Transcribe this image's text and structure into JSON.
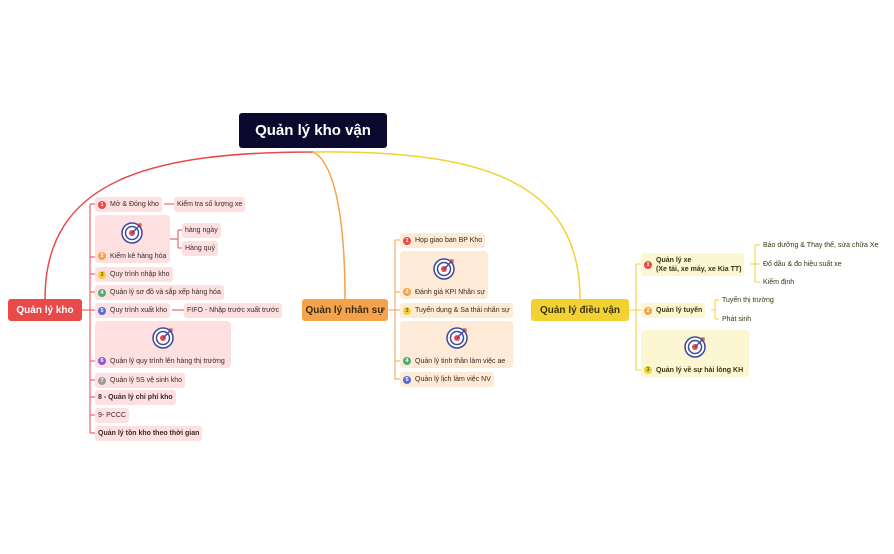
{
  "root": {
    "title": "Quản  lý kho vận"
  },
  "branches": {
    "kho": {
      "label": "Quản  lý  kho",
      "color": "#e84a4a"
    },
    "nhan_su": {
      "label": "Quản lý nhân sự",
      "color": "#f4a24c"
    },
    "dieu_van": {
      "label": "Quản  lý  điều  vận",
      "color": "#f2d232"
    }
  },
  "kho": {
    "mo_dong": {
      "num": "1",
      "label": "Mở & Đóng kho",
      "child": "Kiểm tra số lượng xe"
    },
    "kiem_ke": {
      "num": "2",
      "label": "Kiểm kê hàng hóa",
      "children": [
        "hàng ngày",
        "Hàng quý"
      ]
    },
    "nhap": {
      "num": "3",
      "label": "Quy trình nhập kho"
    },
    "so_do": {
      "num": "4",
      "label": "Quản lý sơ đồ và sắp xếp hàng hóa"
    },
    "xuat": {
      "num": "5",
      "label": "Quy trình xuất kho",
      "child": "FIFO - Nhập trước xuất trước"
    },
    "len_hang": {
      "num": "6",
      "label": "Quản lý quy trình lên hàng thị trường"
    },
    "ss": {
      "num": "7",
      "label": "Quản lý 5S vệ sinh kho"
    },
    "chi_phi": {
      "label": "8 - Quản lý chi phí kho"
    },
    "pccc": {
      "label": "9- PCCC"
    },
    "ton_kho": {
      "label": "Quản lý tồn kho theo thời gian"
    }
  },
  "nhan_su": {
    "hop": {
      "num": "1",
      "label": "Họp giao ban BP Kho"
    },
    "kpi": {
      "num": "2",
      "label": "Đánh giá KPI Nhân sự"
    },
    "tuyen": {
      "num": "3",
      "label": "Tuyển dụng & Sa thải nhân sự"
    },
    "tinh_than": {
      "num": "4",
      "label": "Quản lý tinh thần làm việc ae"
    },
    "lich": {
      "num": "5",
      "label": "Quản lý lịch làm việc NV"
    }
  },
  "dieu_van": {
    "xe": {
      "num": "1",
      "label": "Quản lý xe",
      "label2": "(Xe tải, xe máy, xe Kia TT)",
      "children": [
        "Bảo dưỡng & Thay thế, sửa chữa Xe",
        "Đổ dầu & đo hiệu suất xe",
        "Kiểm định"
      ]
    },
    "tuyen": {
      "num": "2",
      "label": "Quản lý tuyến",
      "children": [
        "Tuyến thị trường",
        "Phát sinh"
      ]
    },
    "hai_long": {
      "num": "3",
      "label": "Quản lý về sự hài lòng KH"
    }
  }
}
